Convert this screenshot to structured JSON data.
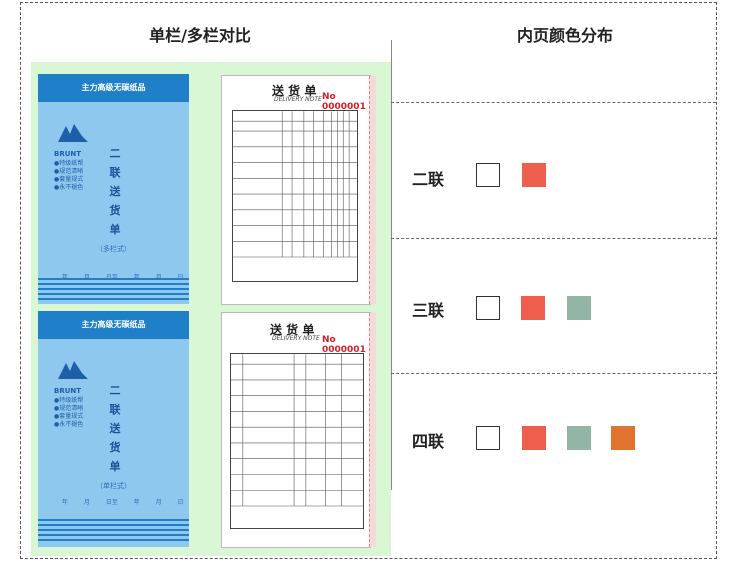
{
  "headers": {
    "left": "单栏/多栏对比",
    "right": "内页颜色分布"
  },
  "rows": [
    {
      "label": "二联",
      "swatches": [
        "#ffffff",
        "#ef5e4c"
      ]
    },
    {
      "label": "三联",
      "swatches": [
        "#ffffff",
        "#ef5e4c",
        "#92b5a6"
      ]
    },
    {
      "label": "四联",
      "swatches": [
        "#ffffff",
        "#ef5e4c",
        "#92b5a6",
        "#e0742e"
      ]
    }
  ],
  "covers": [
    {
      "band": "主力高级无碳纸品",
      "brand": "BRUNT",
      "features": [
        "●特级纸帮",
        "●规范清晰",
        "●套量规式",
        "●永不褪色"
      ],
      "chars": [
        "二",
        "联",
        "送",
        "货",
        "单"
      ],
      "style": "（多栏式）",
      "date": "年 月 日至 年 月 日"
    },
    {
      "band": "主力高级无碳纸品",
      "brand": "BRUNT",
      "features": [
        "●特级纸帮",
        "●规范清晰",
        "●套量规式",
        "●永不褪色"
      ],
      "chars": [
        "二",
        "联",
        "送",
        "货",
        "单"
      ],
      "style": "（单栏式）",
      "date": "年 月 日至 年 月 日"
    }
  ],
  "sheets": [
    {
      "title": "送 货 单",
      "subtitle": "DELIVERY NOTE",
      "number": "No 0000001"
    },
    {
      "title": "送 货 单",
      "subtitle": "DELIVERY NOTE",
      "number": "No 0000001"
    }
  ],
  "colors": {
    "cover_bg": "#8fc8ef",
    "cover_band": "#1f7fc8",
    "panel_bg": "#d9f7d5",
    "number_red": "#d21f2a"
  }
}
